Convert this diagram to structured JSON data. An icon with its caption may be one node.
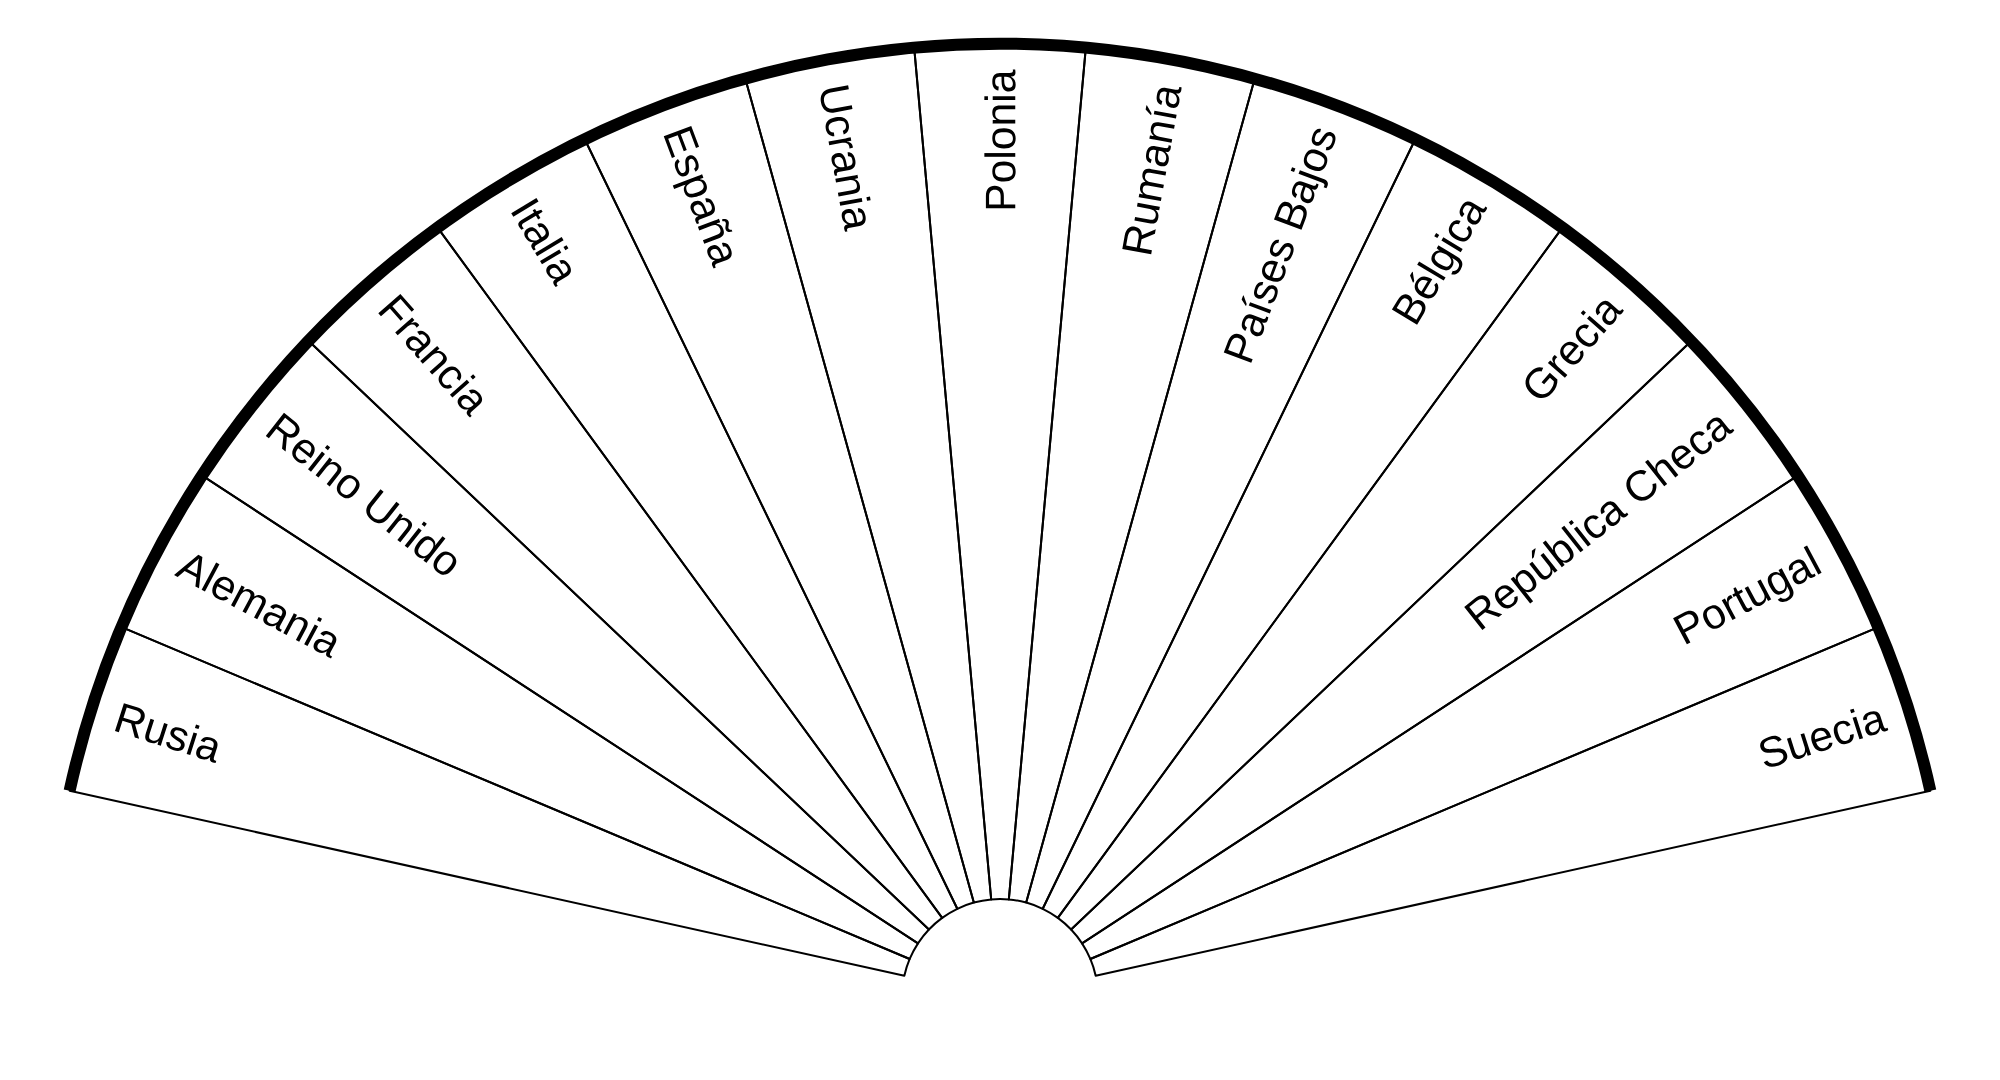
{
  "diagram": {
    "nodes": [
      {
        "text": [
          "Rusia"
        ]
      },
      {
        "text": [
          "Alemania"
        ]
      },
      {
        "text": [
          "Reino Unido"
        ]
      },
      {
        "text": [
          "Francia"
        ]
      },
      {
        "text": [
          "Italia"
        ]
      },
      {
        "text": [
          "España"
        ]
      },
      {
        "text": [
          "Ucrania"
        ]
      },
      {
        "text": [
          "Polonia"
        ]
      },
      {
        "text": [
          "Rumanía"
        ]
      },
      {
        "text": [
          "Países Bajos"
        ]
      },
      {
        "text": [
          "Bélgica"
        ]
      },
      {
        "text": [
          "Grecia"
        ]
      },
      {
        "text": [
          "República Checa"
        ]
      },
      {
        "text": [
          "Portugal"
        ]
      },
      {
        "text": [
          "Suecia"
        ]
      }
    ]
  }
}
